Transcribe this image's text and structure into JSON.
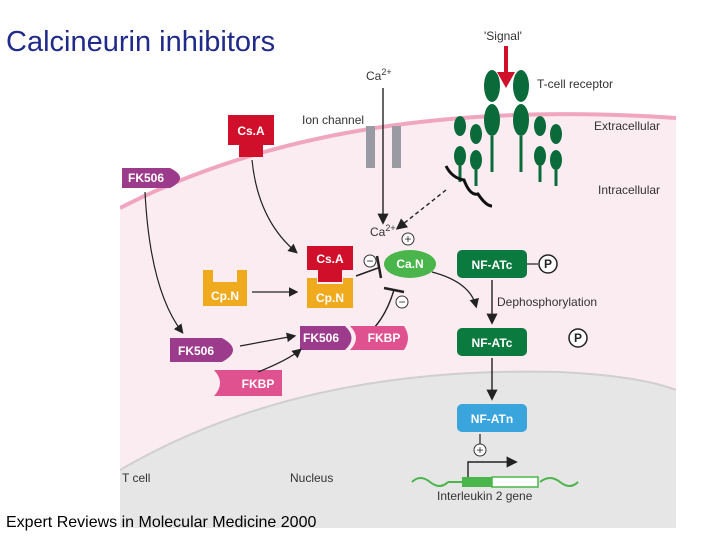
{
  "title": "Calcineurin inhibitors",
  "credit": "Expert Reviews in Molecular Medicine 2000",
  "labels": {
    "signal": "'Signal'",
    "tcell_receptor": "T-cell receptor",
    "extracellular": "Extracellular",
    "intracellular": "Intracellular",
    "ion_channel": "Ion channel",
    "ca_top": "Ca",
    "ca_top_sup": "2+",
    "ca_mid": "Ca",
    "ca_mid_sup": "2+",
    "dephosphorylation": "Dephosphorylation",
    "t_cell": "T cell",
    "nucleus": "Nucleus",
    "il2_gene": "Interleukin 2 gene"
  },
  "molecules": {
    "csa_top": "Cs.A",
    "csa_bound": "Cs.A",
    "fk506_top": "FK506",
    "cpn_free": "Cp.N",
    "cpn_bound": "Cp.N",
    "fk506_free": "FK506",
    "fkbp_free": "FKBP",
    "fk506_bound": "FK506",
    "fkbp_bound": "FKBP",
    "can": "Ca.N",
    "nfatc_p": "NF-ATc",
    "nfatc": "NF-ATc",
    "nfatn": "NF-ATn",
    "p1": "P",
    "p2": "P"
  },
  "signs": {
    "plus_ca": "+",
    "minus_can": "−",
    "minus_below": "−",
    "plus_gene": "+"
  },
  "colors": {
    "title": "#1f2a8a",
    "csa": "#d0102a",
    "fk506": "#9c3a8c",
    "fkbp": "#e0528f",
    "cpn": "#f0aa1e",
    "can": "#4ab54a",
    "nfat": "#0b7a3e",
    "nfatn": "#3aa4dc",
    "receptor": "#0b6a3a",
    "membrane": "#f0a6bf",
    "cytoplasm": "#fbecf1",
    "nucleus": "#e6e6e6",
    "arrow": "#d0102a"
  }
}
